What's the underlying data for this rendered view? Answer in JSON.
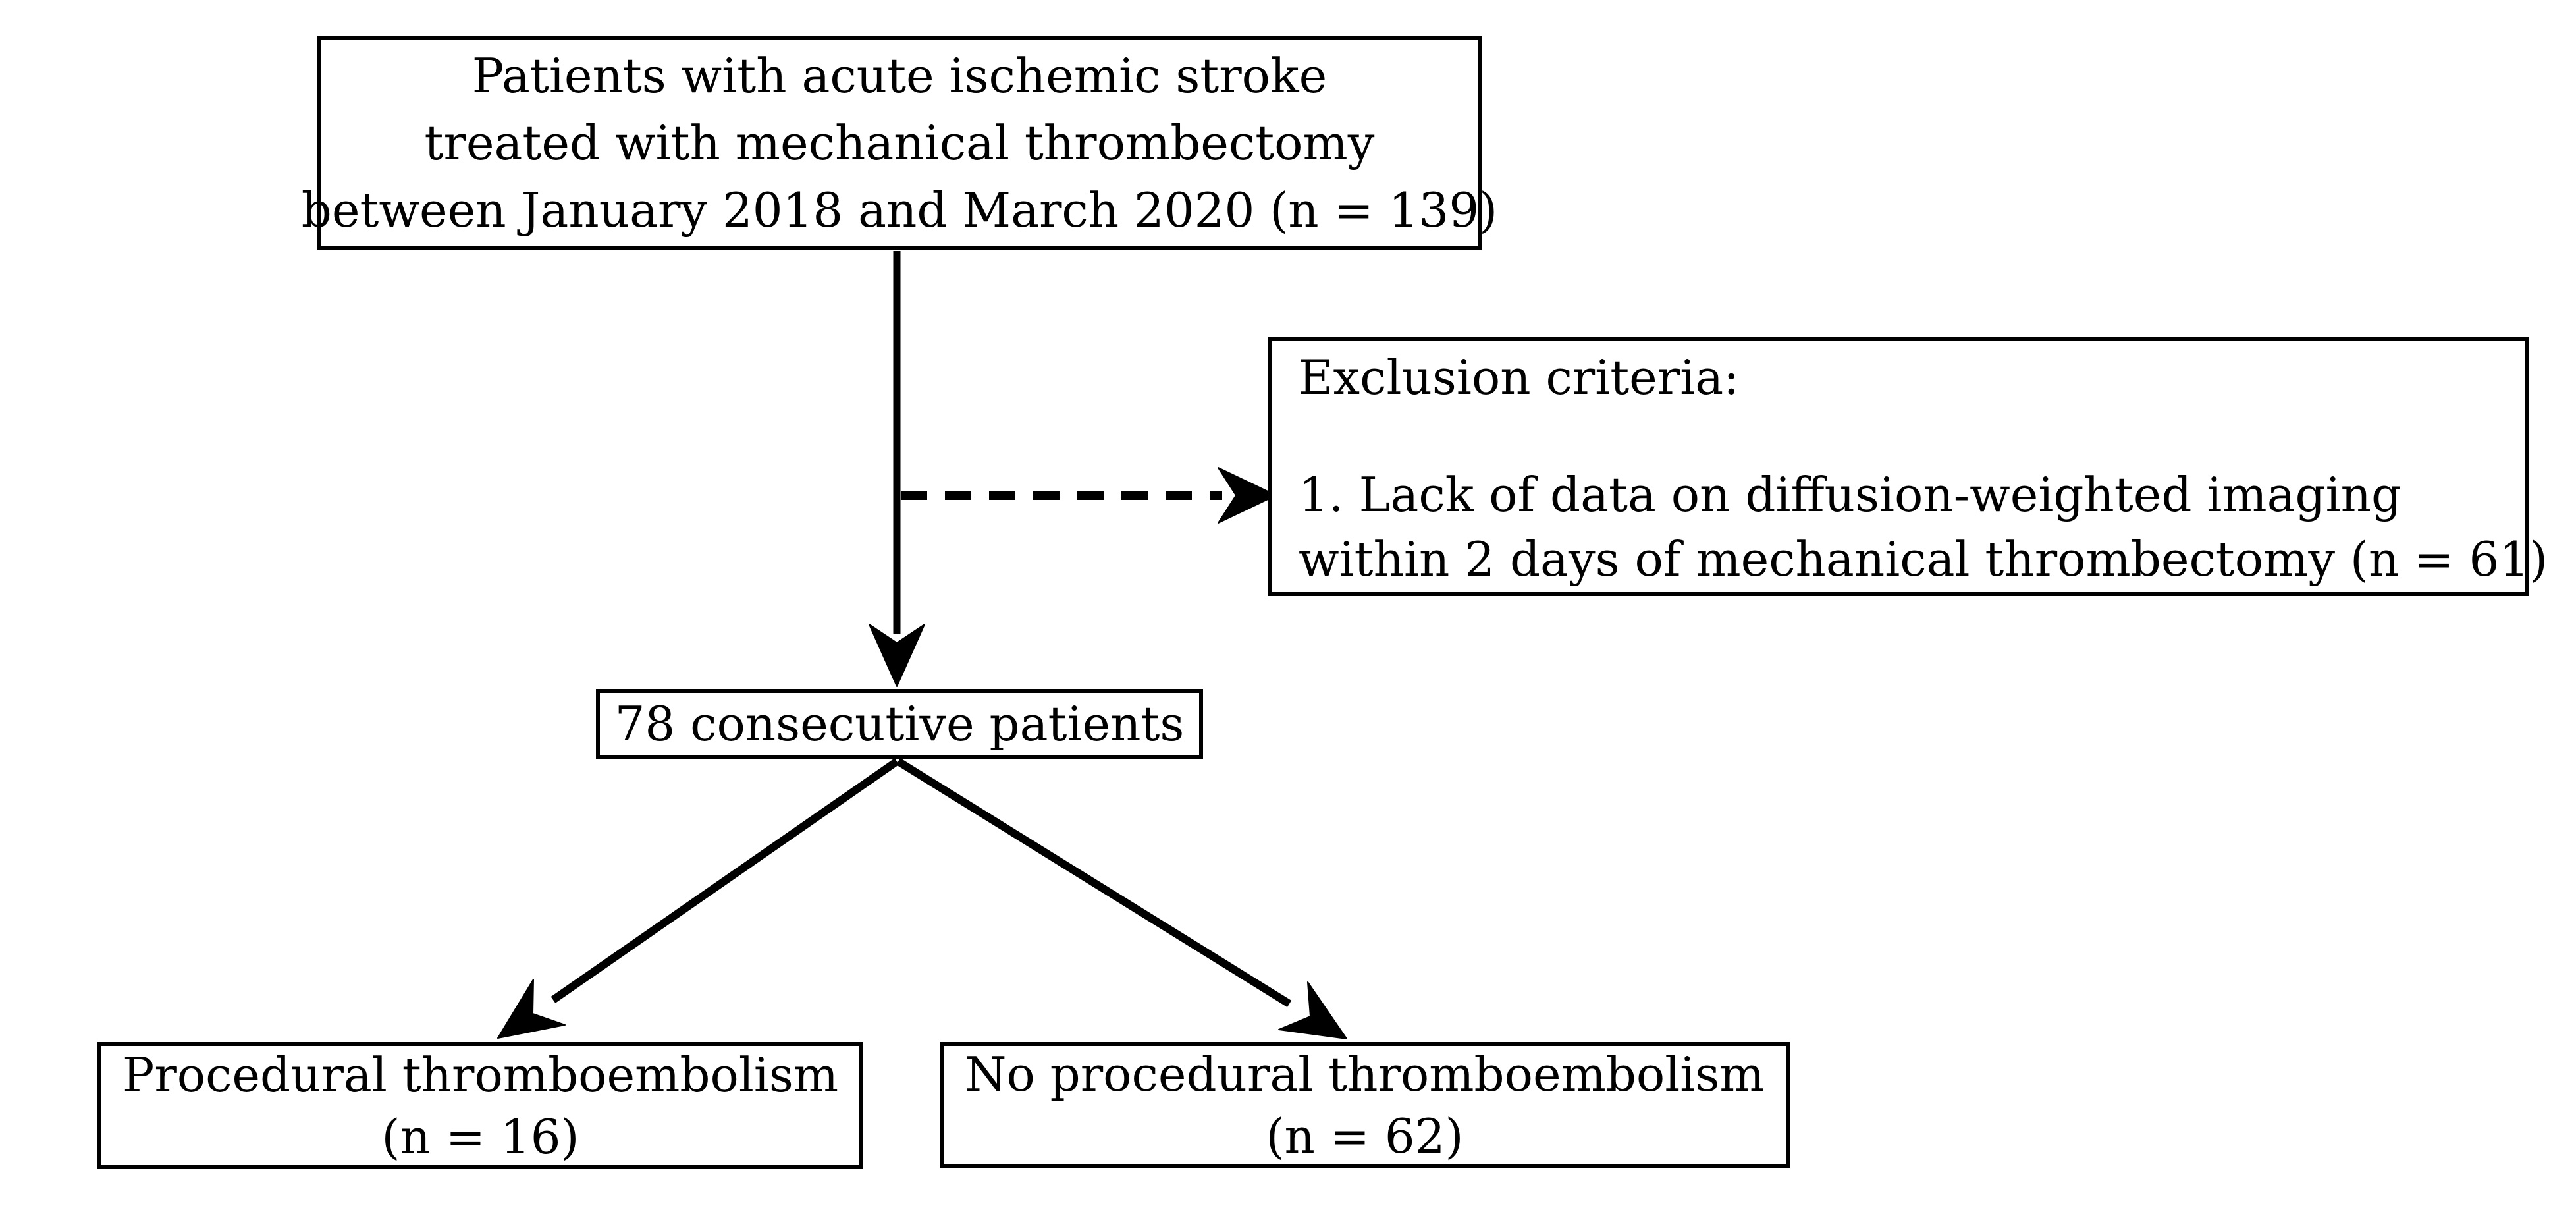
{
  "diagram": {
    "background_color": "#ffffff",
    "line_color": "#000000",
    "text_color": "#000000",
    "enrollment_box": {
      "lines": [
        "Patients with acute ischemic stroke",
        "treated with mechanical thrombectomy",
        "between January 2018 and March 2020 (n = 139)"
      ]
    },
    "exclusion_box": {
      "title": "Exclusion criteria:",
      "item_lines": [
        "1. Lack of data on diffusion-weighted imaging",
        "within 2 days of mechanical thrombectomy (n = 61)"
      ]
    },
    "consecutive_box": {
      "label": "78 consecutive patients"
    },
    "outcome_left_box": {
      "lines": [
        "Procedural thromboembolism",
        "(n = 16)"
      ]
    },
    "outcome_right_box": {
      "lines": [
        "No procedural thromboembolism",
        "(n = 62)"
      ]
    }
  }
}
